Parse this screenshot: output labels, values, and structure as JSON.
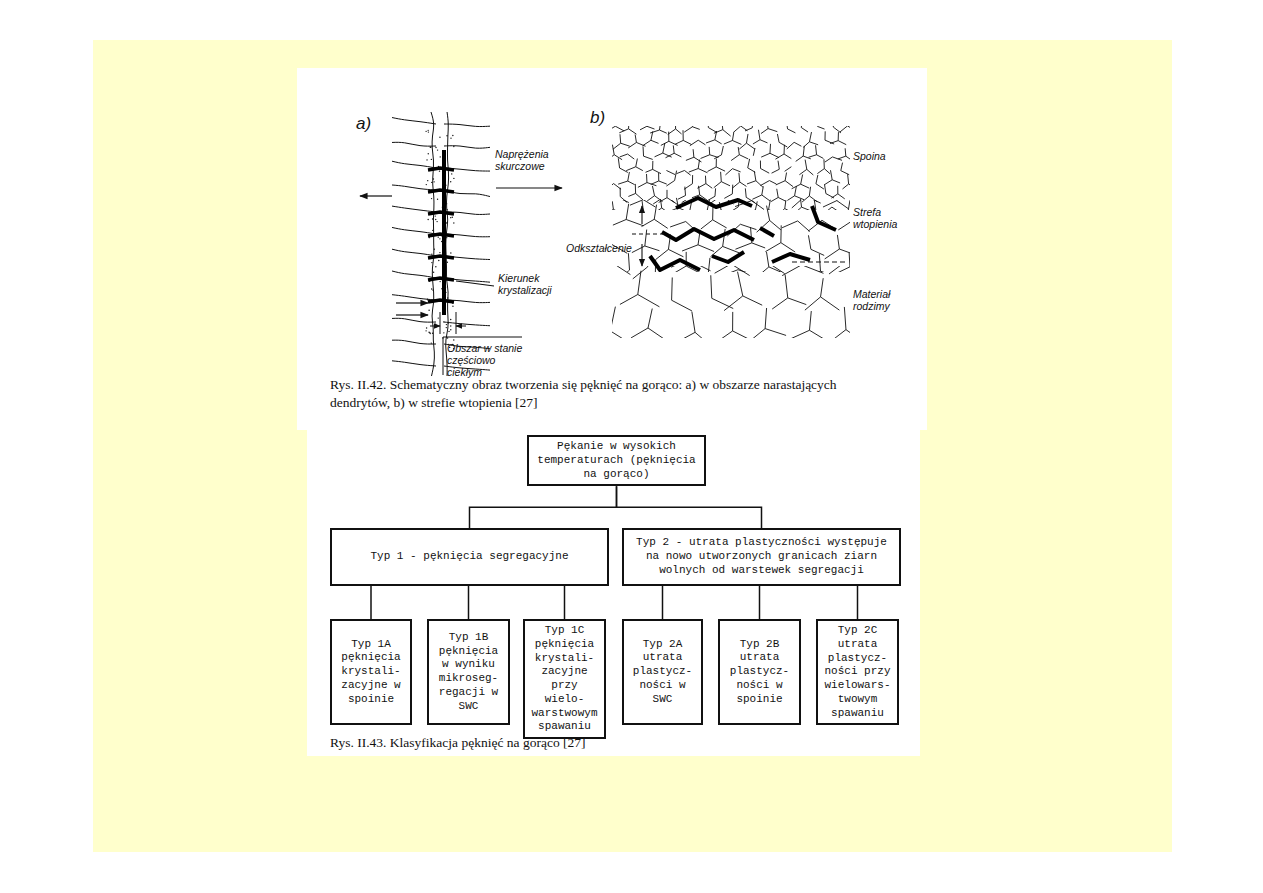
{
  "diagram": {
    "caption": "Rys. II.43. Klasyfikacja pęknięć na gorąco [27]",
    "nodes": [
      {
        "text": [
          "Pękanie w wysokich temperaturach (pęknięcia na gorąco)"
        ]
      },
      {
        "text": [
          "Typ 1 - pęknięcia segregacyjne"
        ]
      },
      {
        "text": [
          "Typ 2 - utrata plastyczności występuje na nowo utworzonych granicach ziarn wolnych od warstewek segregacji"
        ]
      },
      {
        "text": [
          "Typ 1A pęknięcia krystali- zacyjne w spoinie"
        ]
      },
      {
        "text": [
          "Typ 1B pęknięcia w wyniku mikroseg- regacji w SWC"
        ]
      },
      {
        "text": [
          "Typ 1C pęknięcia krystali- zacyjne przy wielo- warstwowym spawaniu"
        ]
      },
      {
        "text": [
          "Typ 2A utrata plastycz- ności w SWC"
        ]
      },
      {
        "text": [
          "Typ 2B utrata plastycz- ności w spoinie"
        ]
      },
      {
        "text": [
          "Typ 2C utrata plastycz- ności przy wielowars- twowym spawaniu"
        ]
      }
    ],
    "edges": [
      {
        "from": 0,
        "to": 1,
        "arrow": "none"
      },
      {
        "from": 0,
        "to": 2,
        "arrow": "none"
      },
      {
        "from": 1,
        "to": 3,
        "arrow": "none"
      },
      {
        "from": 1,
        "to": 4,
        "arrow": "none"
      },
      {
        "from": 1,
        "to": 5,
        "arrow": "none"
      },
      {
        "from": 2,
        "to": 6,
        "arrow": "none"
      },
      {
        "from": 2,
        "to": 7,
        "arrow": "none"
      },
      {
        "from": 2,
        "to": 8,
        "arrow": "none"
      }
    ],
    "labels": [
      "a)",
      "b)",
      "Naprężenia skurczowe",
      "Kierunek krystalizacji",
      "Obszar w stanie częściowo ciekłym",
      "Spoina",
      "Strefa wtopienia",
      "Odkształcenie",
      "Materiał rodzimy",
      "Rys. II.42. Schematyczny obraz tworzenia się pęknięć na gorąco: a) w obszarze narastających dendrytów, b) w strefie wtopienia [27]"
    ]
  }
}
